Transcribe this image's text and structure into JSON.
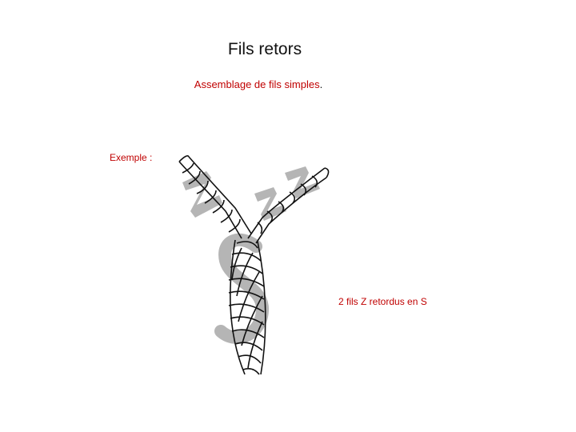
{
  "header": {
    "title": "Fils retors",
    "subtitle": "Assemblage de fils simples",
    "subtitle_end": "."
  },
  "diagram": {
    "example_label": "Exemple :",
    "caption": "2 fils Z retordus en S",
    "twist_letters": {
      "single_yarn": "Z",
      "plied_yarn": "S"
    },
    "colors": {
      "text_accent": "#c00000",
      "shadow_letters": "#a8a8a8",
      "line": "#111111"
    }
  }
}
